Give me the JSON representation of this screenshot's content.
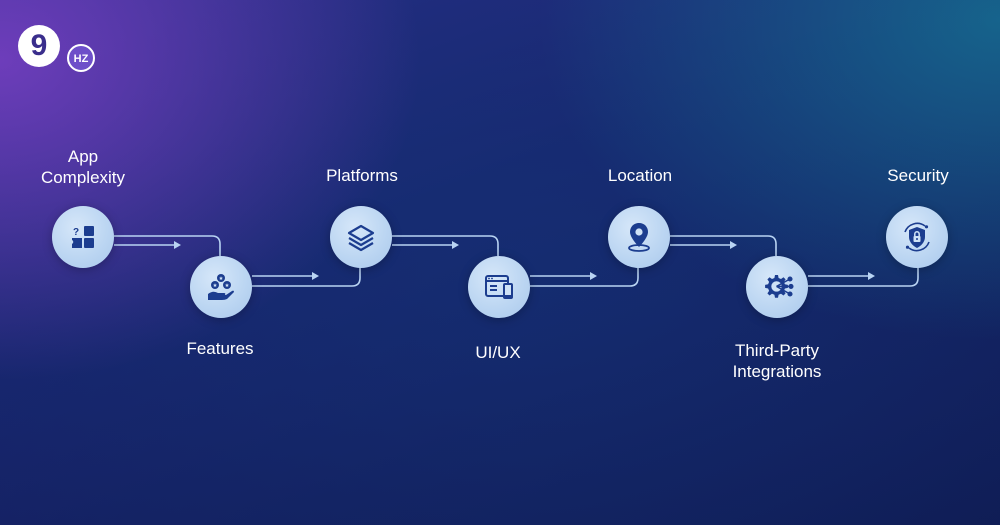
{
  "logo": {
    "mark": "9",
    "badge_text": "HZ"
  },
  "steps": [
    {
      "label_line1": "App",
      "label_line2": "Complexity",
      "icon": "puzzle-icon"
    },
    {
      "label_line1": "Features",
      "label_line2": "",
      "icon": "hand-stars-icon"
    },
    {
      "label_line1": "Platforms",
      "label_line2": "",
      "icon": "layers-icon"
    },
    {
      "label_line1": "UI/UX",
      "label_line2": "",
      "icon": "browser-mobile-icon"
    },
    {
      "label_line1": "Location",
      "label_line2": "",
      "icon": "map-pin-icon"
    },
    {
      "label_line1": "Third-Party",
      "label_line2": "Integrations",
      "icon": "gear-network-icon"
    },
    {
      "label_line1": "Security",
      "label_line2": "",
      "icon": "shield-lock-icon"
    }
  ],
  "colors": {
    "node_fill": "#bcd6f2",
    "icon_color": "#1c3d8f",
    "connector": "#b9d4f3"
  }
}
